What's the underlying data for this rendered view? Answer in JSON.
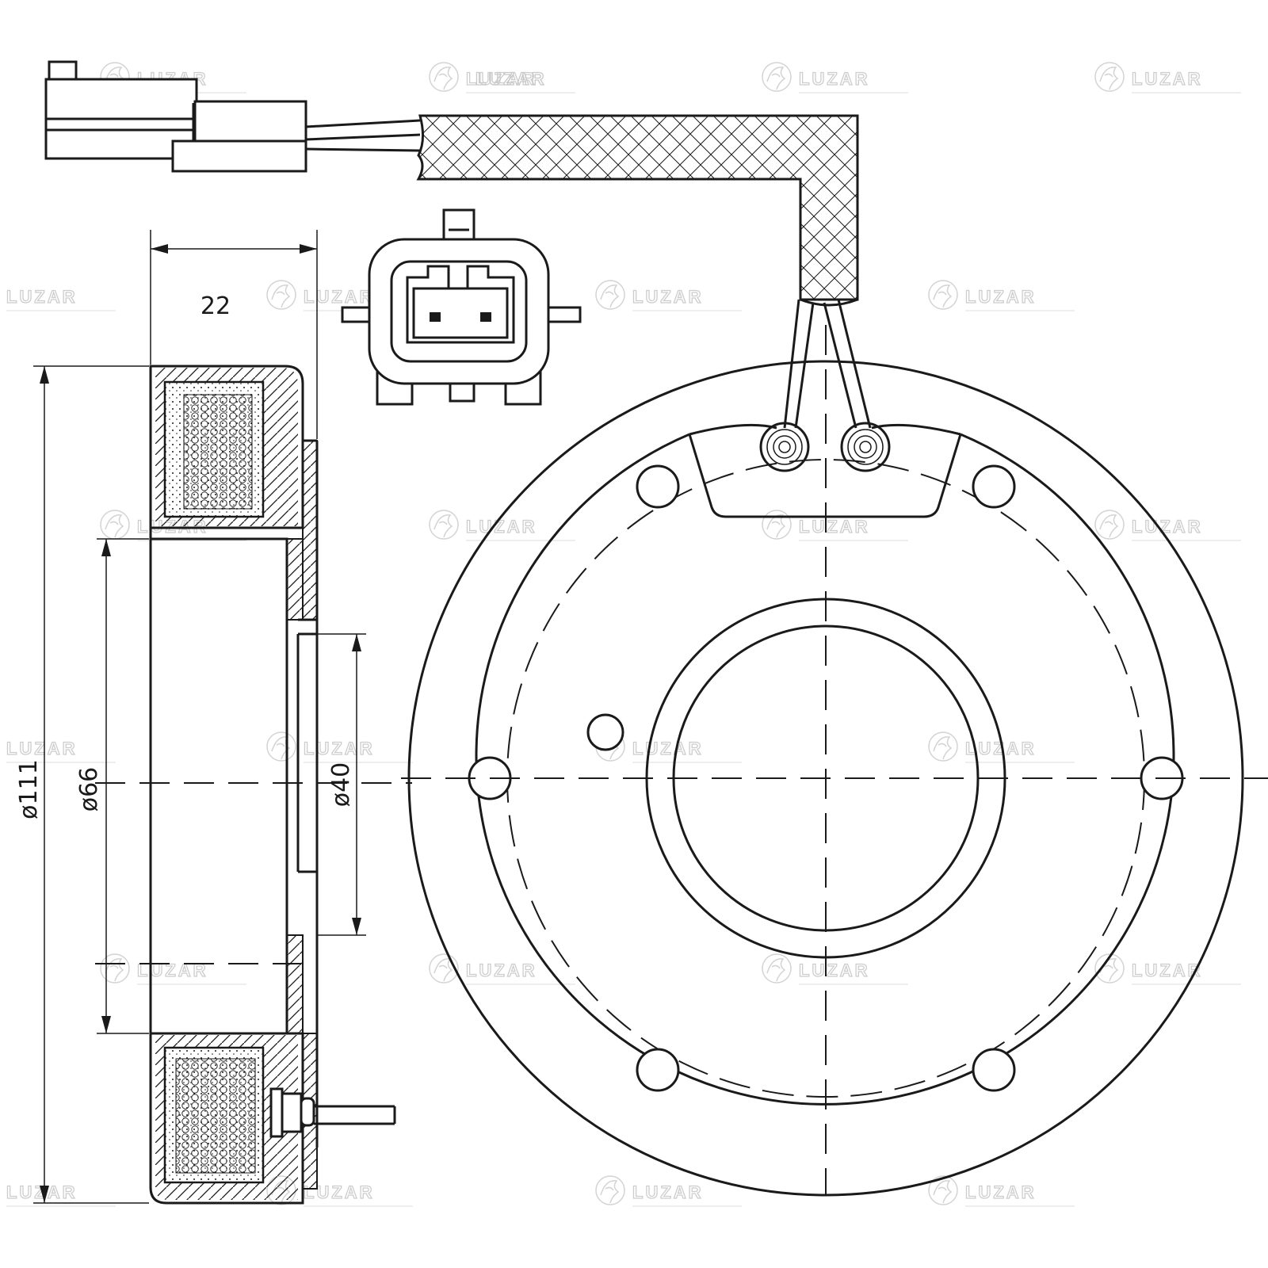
{
  "dimensions": {
    "width_22": "22",
    "dia_111": "ø111",
    "dia_66": "ø66",
    "dia_40": "ø40"
  },
  "watermark": {
    "brand": "LUZAR"
  },
  "colors": {
    "line": "#1a1a1a",
    "watermark": "#c8c8c8",
    "background": "#ffffff"
  }
}
